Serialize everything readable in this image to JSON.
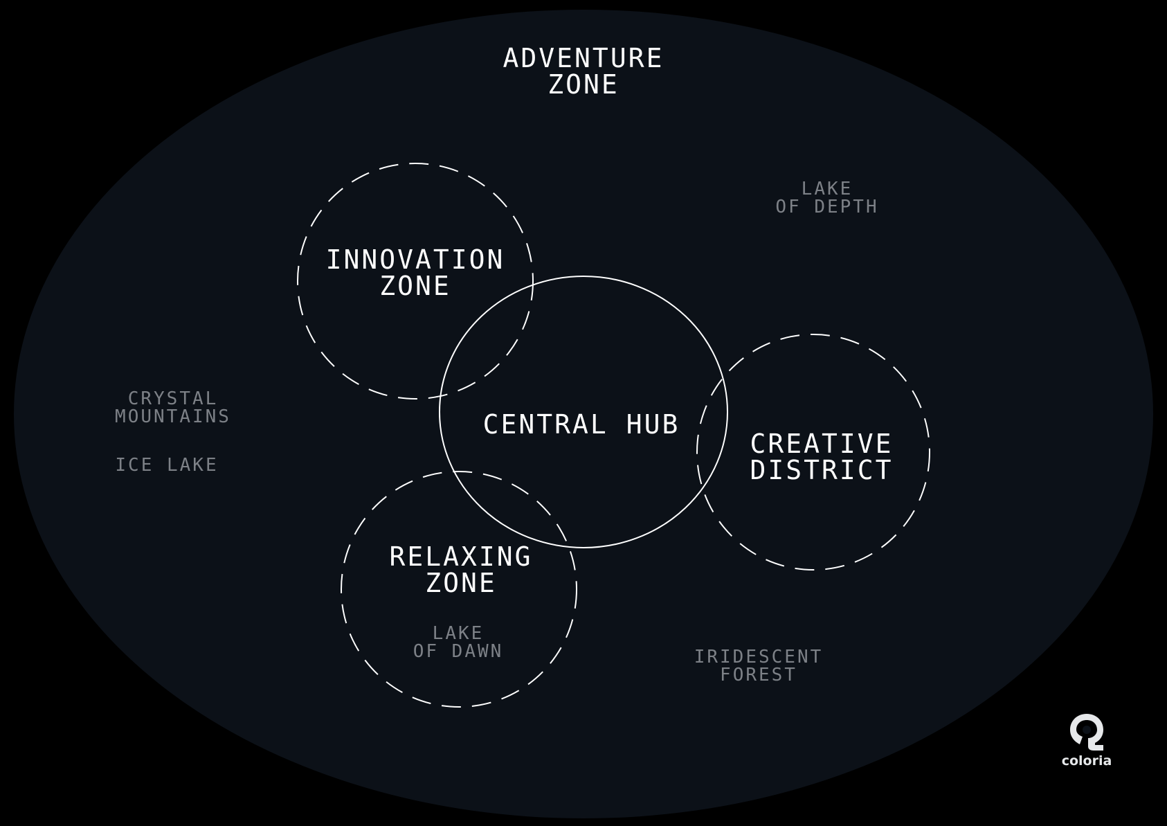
{
  "colors": {
    "background": "#000000",
    "map_fill": "#0c1118",
    "outline": "#ffffff",
    "major_text": "#ffffff",
    "minor_text": "#7d8187",
    "logo": "#e6e8ea"
  },
  "zones": {
    "adventure": {
      "line1": "ADVENTURE",
      "line2": "ZONE"
    },
    "innovation": {
      "line1": "INNOVATION",
      "line2": "ZONE"
    },
    "central": {
      "line1": "CENTRAL HUB"
    },
    "creative": {
      "line1": "CREATIVE",
      "line2": "DISTRICT"
    },
    "relaxing": {
      "line1": "RELAXING",
      "line2": "ZONE"
    }
  },
  "places": {
    "lake_depth": {
      "line1": "LAKE",
      "line2": "OF DEPTH"
    },
    "crystal": {
      "line1": "CRYSTAL",
      "line2": "MOUNTAINS"
    },
    "ice_lake": {
      "line1": "ICE LAKE"
    },
    "lake_dawn": {
      "line1": "LAKE",
      "line2": "OF DAWN"
    },
    "iridescent": {
      "line1": "IRIDESCENT",
      "line2": "FOREST"
    }
  },
  "logo": {
    "icon": "coloria-pin-icon",
    "text": "coloria"
  }
}
